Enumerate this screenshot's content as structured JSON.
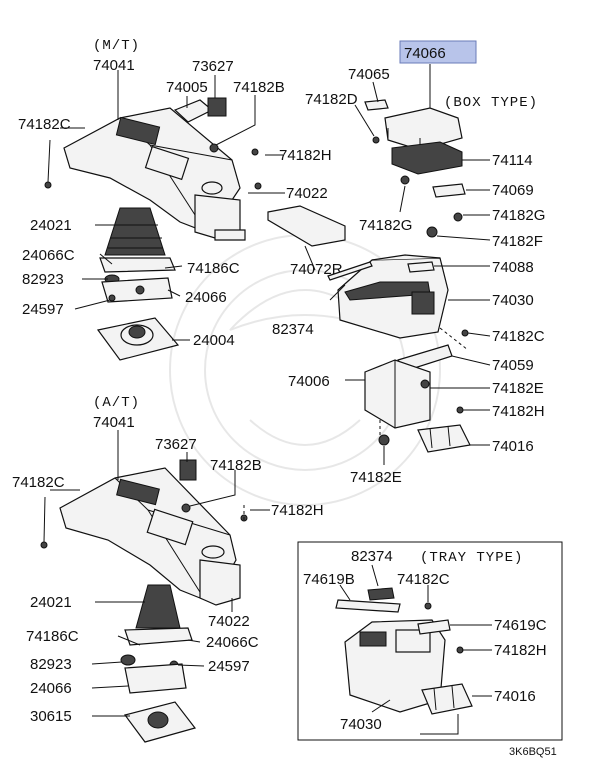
{
  "diagram": {
    "section_headers": {
      "manual_trans": "(M/T)",
      "auto_trans": "(A/T)",
      "box_type": "(BOX TYPE)",
      "tray_type": "(TRAY TYPE)"
    },
    "highlighted_part": "74066",
    "highlight_color": "#b8c4ea",
    "drawing_code": "3K6BQ51",
    "labels": {
      "mt_74041": "74041",
      "mt_74182c": "74182C",
      "mt_74005": "74005",
      "mt_73627": "73627",
      "mt_74182b": "74182B",
      "mt_74182h": "74182H",
      "mt_74022": "74022",
      "mt_74072r": "74072R",
      "mt_24021": "24021",
      "mt_24066c": "24066C",
      "mt_74186c": "74186C",
      "mt_82923": "82923",
      "mt_24066": "24066",
      "mt_24597": "24597",
      "mt_24004": "24004",
      "box_74065": "74065",
      "box_74182d": "74182D",
      "box_74114": "74114",
      "box_74069": "74069",
      "box_74182g_l": "74182G",
      "box_74182g_r": "74182G",
      "box_74182f": "74182F",
      "box_74088": "74088",
      "box_74030": "74030",
      "box_82374": "82374",
      "box_74182c": "74182C",
      "box_74059": "74059",
      "box_74006": "74006",
      "box_74182e_r": "74182E",
      "box_74182h": "74182H",
      "box_74016": "74016",
      "box_74182e_b": "74182E",
      "at_74041": "74041",
      "at_73627": "73627",
      "at_74182b": "74182B",
      "at_74182c": "74182C",
      "at_74182h": "74182H",
      "at_24021": "24021",
      "at_74186c": "74186C",
      "at_24066c": "24066C",
      "at_82923": "82923",
      "at_24597": "24597",
      "at_24066": "24066",
      "at_30615": "30615",
      "at_74022": "74022",
      "tray_82374": "82374",
      "tray_74619b": "74619B",
      "tray_74182c": "74182C",
      "tray_74619c": "74619C",
      "tray_74182h": "74182H",
      "tray_74016": "74016",
      "tray_74030": "74030"
    }
  }
}
